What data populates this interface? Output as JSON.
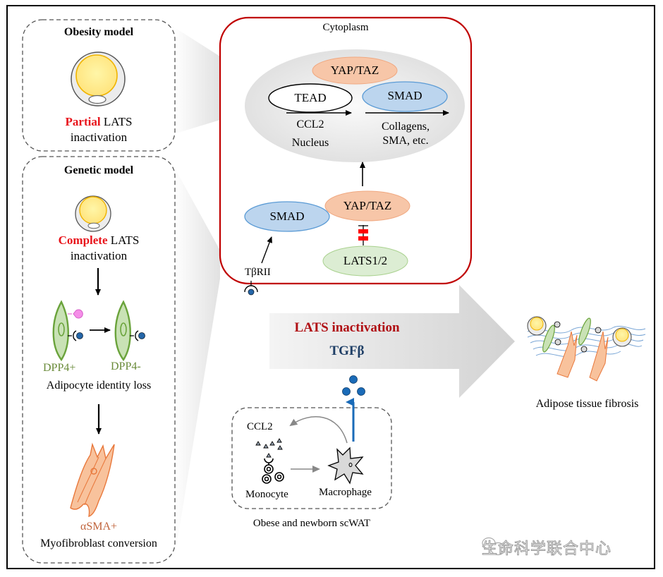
{
  "obesity_model": {
    "title": "Obesity model",
    "highlight": "Partial",
    "rest_line1": " LATS",
    "line2": "inactivation"
  },
  "genetic_model": {
    "title": "Genetic model",
    "highlight": "Complete",
    "rest_line1": " LATS",
    "line2": "inactivation",
    "dpp4_pos": "DPP4+",
    "dpp4_neg": "DPP4-",
    "identity_loss": "Adipocyte identity loss",
    "asma": "αSMA+",
    "myofibroblast": "Myofibroblast conversion"
  },
  "cytoplasm": {
    "title": "Cytoplasm",
    "nucleus": {
      "yap_taz": "YAP/TAZ",
      "tead": "TEAD",
      "smad": "SMAD",
      "ccl2": "CCL2",
      "nucleus_label": "Nucleus",
      "targets_line1": "Collagens,",
      "targets_line2": "SMA, etc."
    },
    "smad": "SMAD",
    "yap_taz": "YAP/TAZ",
    "lats": "LATS1/2",
    "receptor": "TβRII"
  },
  "big_arrow": {
    "line1": "LATS inactivation",
    "line2": "TGFβ"
  },
  "immune_box": {
    "ccl2": "CCL2",
    "monocyte": "Monocyte",
    "macrophage": "Macrophage",
    "caption": "Obese and newborn scWAT"
  },
  "outcome": {
    "caption": "Adipose tissue fibrosis"
  },
  "watermark": "生命科学联合中心",
  "colors": {
    "red_text": "#e8141b",
    "dark_red": "#b00f14",
    "cytoplasm_border": "#c00000",
    "green": "#6a8b3a",
    "orange_text": "#c0643c",
    "tgfb_blue": "#1f3f66",
    "yap_fill": "#f7c6a8",
    "smad_fill": "#bcd5ee",
    "lats_fill": "#dcedd3",
    "blue_dot": "#1a6bb8"
  }
}
